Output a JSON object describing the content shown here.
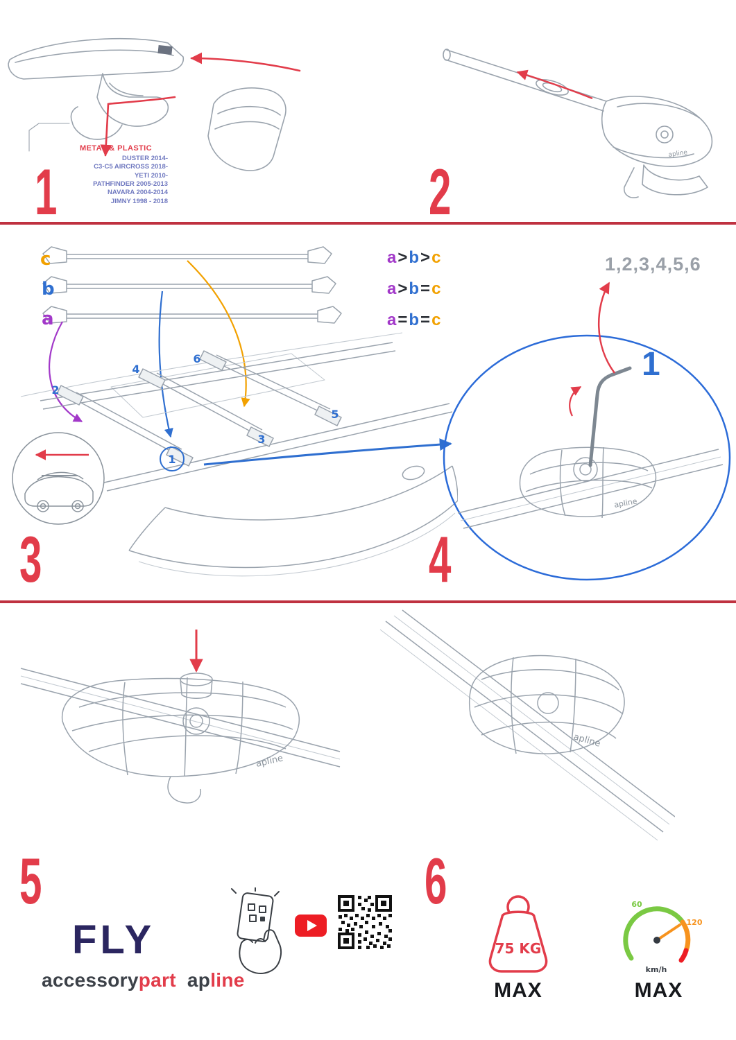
{
  "colors": {
    "accent_red": "#e23c4a",
    "blue": "#2f6fd0",
    "purple": "#a238c9",
    "orange": "#f2a100",
    "navy": "#2b2660",
    "drawing_gray": "#9aa3ad"
  },
  "steps": {
    "one": {
      "num": "1",
      "material": "METAL & PLASTIC",
      "models": [
        "DUSTER 2014-",
        "C3-C5 AIRCROSS 2018-",
        "YETI 2010-",
        "PATHFINDER 2005-2013",
        "NAVARA 2004-2014",
        "JIMNY 1998 - 2018"
      ]
    },
    "two": {
      "num": "2"
    },
    "three": {
      "num": "3",
      "bar_labels": {
        "a": "a",
        "b": "b",
        "c": "c"
      },
      "formulas": [
        {
          "a": "a",
          "op1": ">",
          "b": "b",
          "op2": ">",
          "c": "c"
        },
        {
          "a": "a",
          "op1": ">",
          "b": "b",
          "op2": "=",
          "c": "c"
        },
        {
          "a": "a",
          "op1": "=",
          "b": "b",
          "op2": "=",
          "c": "c"
        }
      ],
      "positions": [
        "1",
        "2",
        "3",
        "4",
        "5",
        "6"
      ]
    },
    "four": {
      "num": "4",
      "sequence": "1,2,3,4,5,6",
      "highlight": "1"
    },
    "five": {
      "num": "5"
    },
    "six": {
      "num": "6"
    }
  },
  "branding": {
    "product": "FLY",
    "brand_dark": "accessory",
    "brand_red": "part",
    "maker_dark": "ap",
    "maker_red": "line",
    "bar_logo": "apline"
  },
  "limits": {
    "weight": "75 KG",
    "weight_max_label": "MAX",
    "speed_low": "60",
    "speed_high": "120",
    "speed_unit": "km/h",
    "speed_max_label": "MAX"
  }
}
